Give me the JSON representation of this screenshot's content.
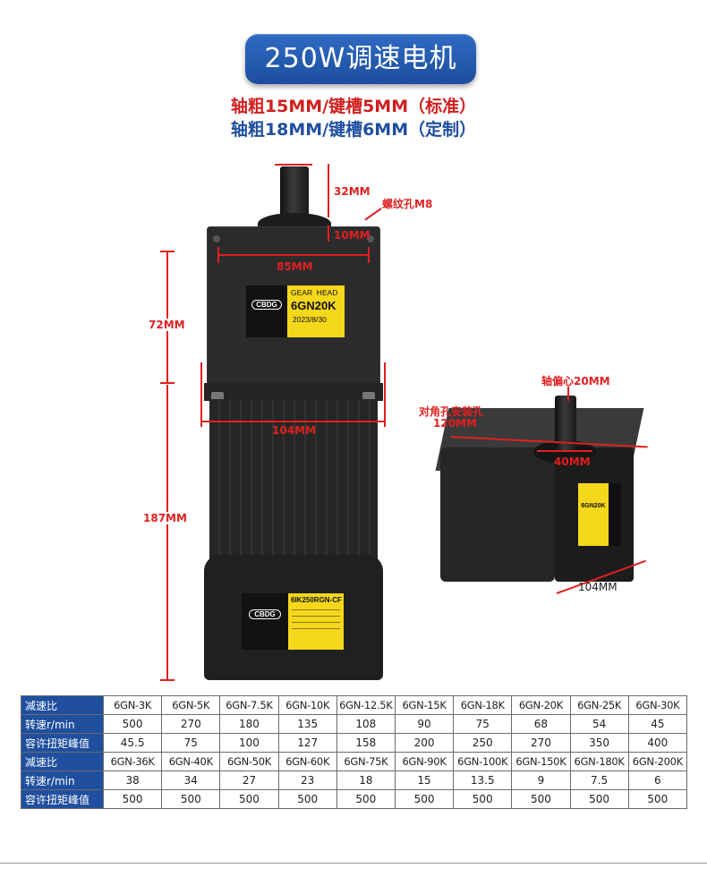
{
  "title": "250W调速电机",
  "shaft_spec": {
    "standard": "轴粗15MM/键槽5MM（标准）",
    "custom": "轴粗18MM/键槽6MM（定制）"
  },
  "dimensions": {
    "shaft_length": "32MM",
    "thread_hole": "螺纹孔M8",
    "flange": "10MM",
    "gearbox_width": "85MM",
    "gearbox_height": "72MM",
    "body_width": "104MM",
    "motor_height": "187MM",
    "shaft_offset": "轴偏心20MM",
    "diag_hole_title": "对角孔安装孔",
    "diag_hole_value": "120MM",
    "boss_diameter": "40MM",
    "gearbox_side": "104MM"
  },
  "gear_label": {
    "line1": "GEAR  HEAD",
    "model": "6GN20K",
    "date": "2023/8/30",
    "brand": "CBDG"
  },
  "motor_label": {
    "model": "6IK250RGN-CF",
    "brand": "CBDG"
  },
  "table": {
    "rows": [
      {
        "header": "减速比",
        "cells": [
          "6GN-3K",
          "6GN-5K",
          "6GN-7.5K",
          "6GN-10K",
          "6GN-12.5K",
          "6GN-15K",
          "6GN-18K",
          "6GN-20K",
          "6GN-25K",
          "6GN-30K"
        ],
        "model": true
      },
      {
        "header": "转速r/min",
        "cells": [
          "500",
          "270",
          "180",
          "135",
          "108",
          "90",
          "75",
          "68",
          "54",
          "45"
        ]
      },
      {
        "header": "容许扭矩峰值",
        "cells": [
          "45.5",
          "75",
          "100",
          "127",
          "158",
          "200",
          "250",
          "270",
          "350",
          "400"
        ]
      },
      {
        "header": "减速比",
        "cells": [
          "6GN-36K",
          "6GN-40K",
          "6GN-50K",
          "6GN-60K",
          "6GN-75K",
          "6GN-90K",
          "6GN-100K",
          "6GN-150K",
          "6GN-180K",
          "6GN-200K"
        ],
        "model": true
      },
      {
        "header": "转速r/min",
        "cells": [
          "38",
          "34",
          "27",
          "23",
          "18",
          "15",
          "13.5",
          "9",
          "7.5",
          "6"
        ]
      },
      {
        "header": "容许扭矩峰值",
        "cells": [
          "500",
          "500",
          "500",
          "500",
          "500",
          "500",
          "500",
          "500",
          "500",
          "500"
        ]
      }
    ]
  },
  "colors": {
    "title_bg": "#1f4f9e",
    "accent_red": "#e02020",
    "table_header": "#1f4f9e",
    "label_yellow": "#f5d71c"
  }
}
